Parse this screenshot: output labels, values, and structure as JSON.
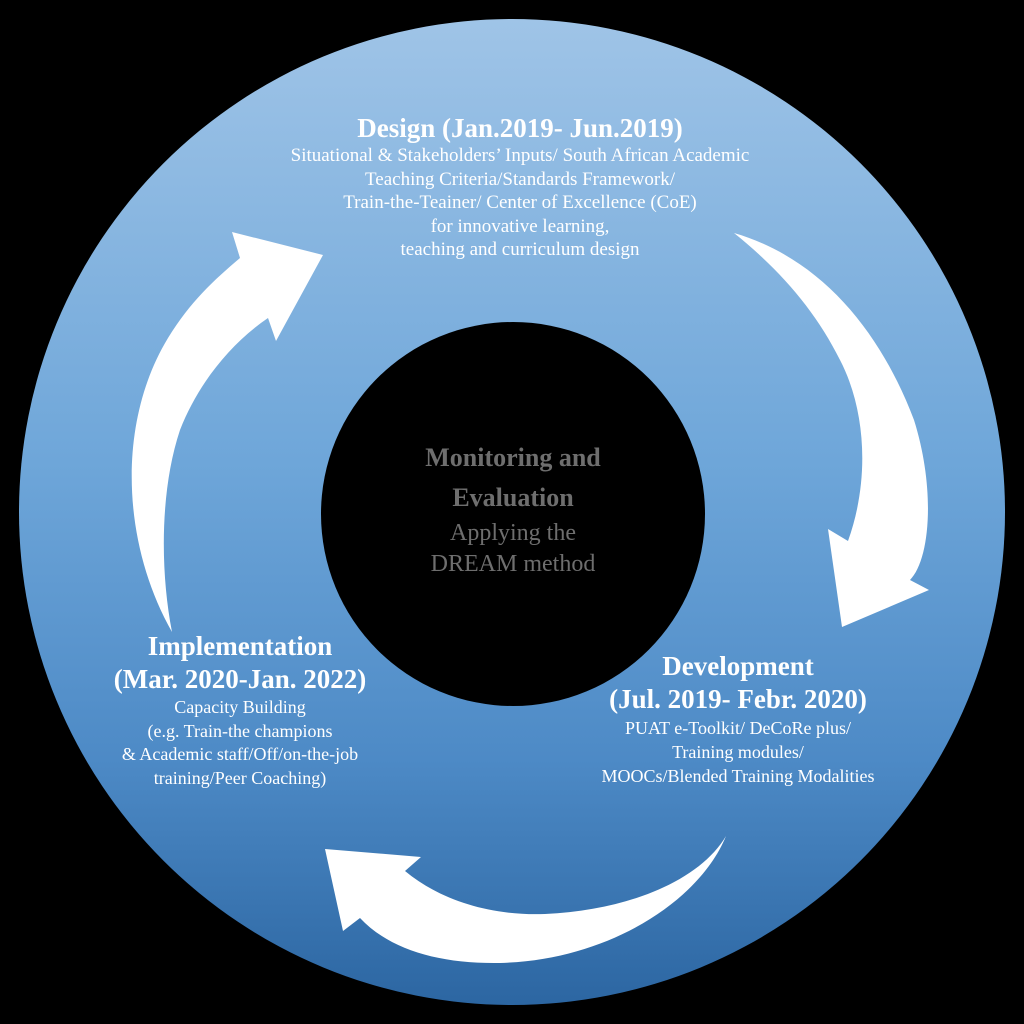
{
  "colors": {
    "background": "#000000",
    "ring_top": "#9dc3e6",
    "ring_mid": "#6aa3d7",
    "ring_bottom": "#2f6aa6",
    "arrow": "#ffffff",
    "center_fill": "#000000",
    "center_text": "#6e6e6e",
    "phase_text": "#ffffff"
  },
  "center": {
    "title_lines": [
      "Monitoring and",
      "Evaluation"
    ],
    "body_lines": [
      "Applying the",
      "DREAM method"
    ]
  },
  "phases": {
    "design": {
      "title_lines": [
        "Design (Jan.2019- Jun.2019)"
      ],
      "body_lines": [
        "Situational & Stakeholders’ Inputs/ South African Academic",
        "Teaching Criteria/Standards Framework/",
        "Train-the-Teainer/ Center of Excellence (CoE)",
        "for innovative learning,",
        "teaching and curriculum design"
      ]
    },
    "development": {
      "title_lines": [
        "Development",
        "(Jul. 2019- Febr. 2020)"
      ],
      "body_lines": [
        "PUAT e-Toolkit/ DeCoRe plus/",
        "Training modules/",
        "MOOCs/Blended Training Modalities"
      ]
    },
    "implementation": {
      "title_lines": [
        "Implementation",
        "(Mar. 2020-Jan. 2022)"
      ],
      "body_lines": [
        "Capacity Building",
        "(e.g. Train-the champions",
        "& Academic staff/Off/on-the-job",
        "training/Peer Coaching)"
      ]
    }
  },
  "arrows": [
    {
      "name": "design-to-development-arrow",
      "direction": "clockwise"
    },
    {
      "name": "development-to-implementation-arrow",
      "direction": "clockwise"
    },
    {
      "name": "implementation-to-design-arrow",
      "direction": "clockwise"
    }
  ]
}
